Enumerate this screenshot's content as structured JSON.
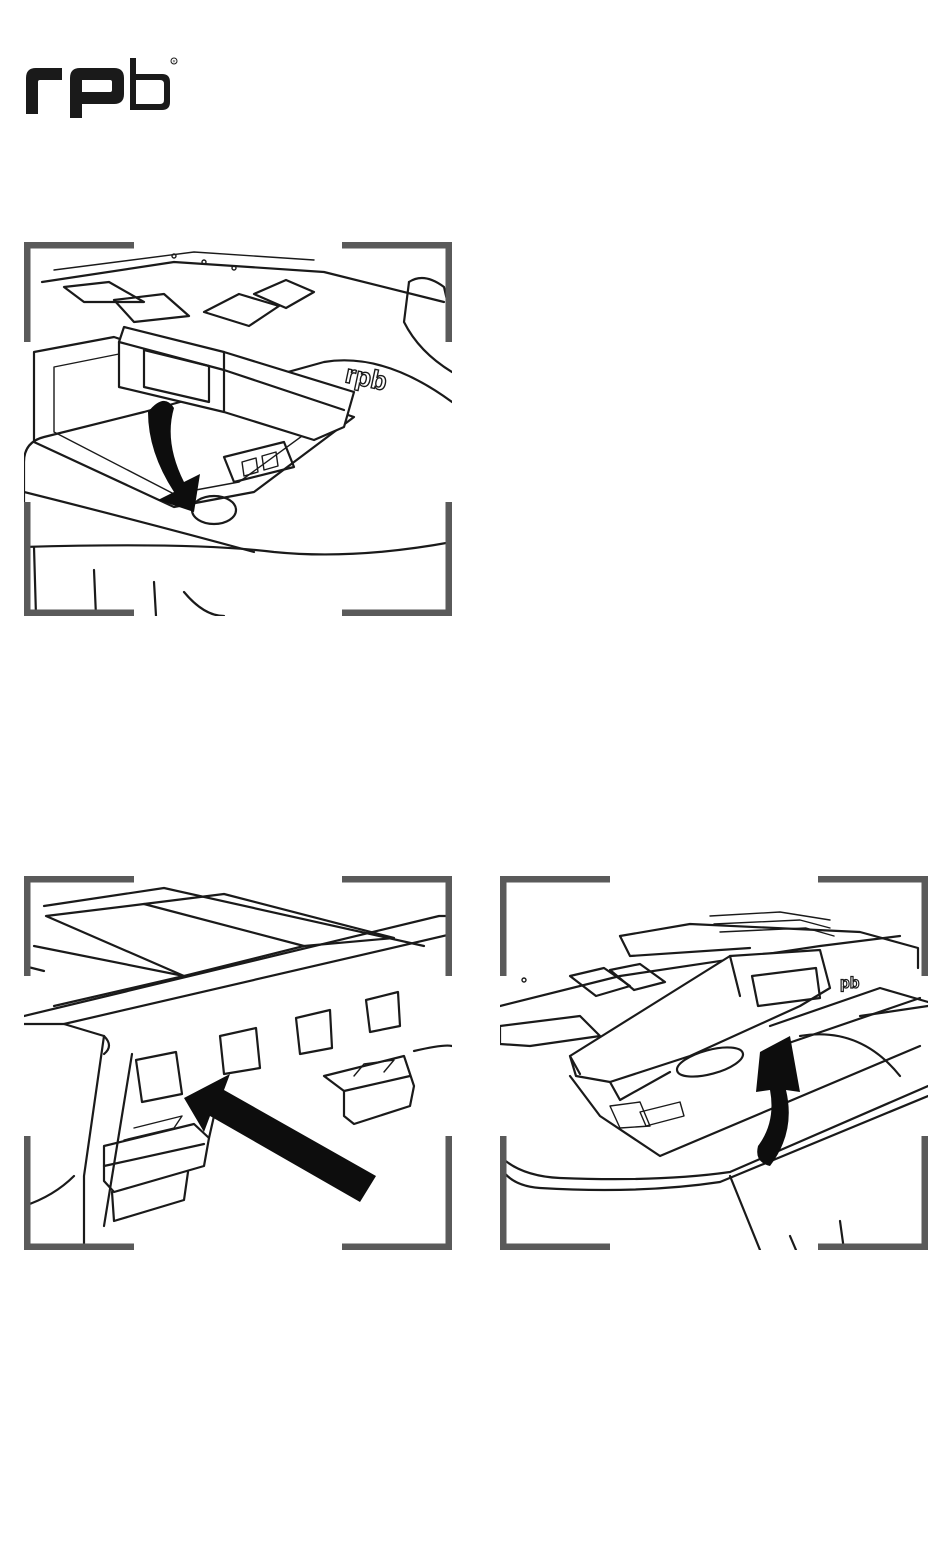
{
  "brand": {
    "logo_text": "rpb",
    "logo_mark": "registered-mark",
    "color": "#1a1a1a"
  },
  "figures": [
    {
      "id": "fig-1",
      "arrow_direction": "down-curved",
      "icon": "latch-close-illustration"
    },
    {
      "id": "fig-2",
      "arrow_direction": "diagonal-up-left",
      "icon": "tab-insert-illustration"
    },
    {
      "id": "fig-3",
      "arrow_direction": "up-curved",
      "icon": "latch-open-illustration"
    }
  ],
  "colors": {
    "frame": "#5a5a5a",
    "line": "#1a1a1a",
    "arrow": "#0d0d0d",
    "background": "#ffffff"
  }
}
